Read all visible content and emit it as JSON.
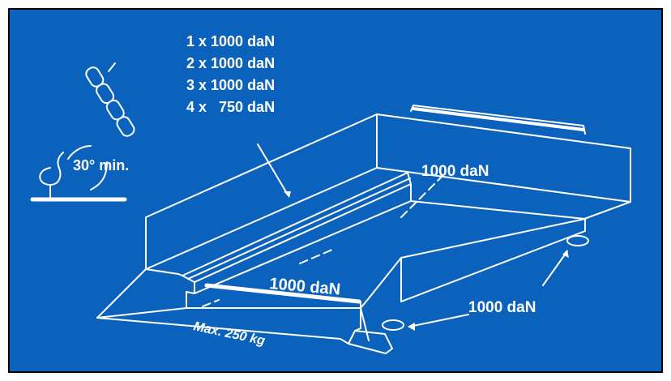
{
  "loads_header": {
    "line1": "1 x 1000 daN",
    "line2": "2 x 1000 daN",
    "line3": "3 x 1000 daN",
    "line4": "4 x   750 daN"
  },
  "angle_label": "30° min.",
  "rear_load_label": "1000 daN",
  "front_load_label": "1000 daN",
  "side_load_label": "1000 daN",
  "max_label": "Max. 250 kg",
  "colors": {
    "background": "#0a62bd",
    "lines": "#ffffff",
    "border": "#000000"
  }
}
